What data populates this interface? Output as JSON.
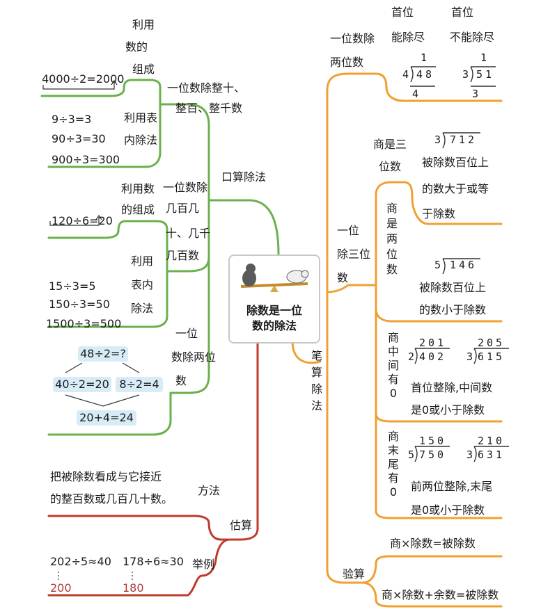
{
  "center": {
    "title_line1": "除数是一位",
    "title_line2": "数的除法",
    "illustration": "dog-sheep-seesaw-icon"
  },
  "colors": {
    "green": "#6ab04c",
    "orange": "#f0a030",
    "red": "#c0392b",
    "box": "#d8ecf7"
  },
  "oral": {
    "label": "口算除法",
    "b1": {
      "label_line1": "一位数除整十、",
      "label_line2": "整百、整千数",
      "sub1": {
        "label": [
          "利用",
          "数的",
          "组成"
        ],
        "example": "4000÷2=2000"
      },
      "sub2": {
        "label": [
          "利用表",
          "内除法"
        ],
        "examples": [
          "9÷3=3",
          "90÷3=30",
          "900÷3=300"
        ]
      }
    },
    "b2": {
      "label": [
        "一位数除",
        "几百几",
        "十、几千",
        "几百数"
      ],
      "sub1": {
        "label": [
          "利用数",
          "的组成"
        ],
        "example": "120÷6=20"
      },
      "sub2": {
        "label": [
          "利用",
          "表内",
          "除法"
        ],
        "examples": [
          "15÷3=5",
          "150÷3=50",
          "1500÷3=500"
        ]
      }
    },
    "b3": {
      "label": [
        "一位",
        "数除两位",
        "数"
      ],
      "top": "48÷2=?",
      "left": "40÷2=20",
      "right": "8÷2=4",
      "bottom": "20+4=24"
    }
  },
  "written": {
    "label": [
      "笔",
      "算",
      "除",
      "法"
    ],
    "two_digit": {
      "label_line1": "一位数除",
      "label_line2": "两位数",
      "col1_title": [
        "首位",
        "能除尽"
      ],
      "col2_title": [
        "首位",
        "不能除尽"
      ],
      "div1": {
        "q": "1",
        "d": "4",
        "n": "48",
        "r": "4"
      },
      "div2": {
        "q": "1",
        "d": "3",
        "n": "51",
        "r": "3"
      }
    },
    "three_digit": {
      "label": [
        "一位",
        "除三位",
        "数"
      ],
      "c1": {
        "label": [
          "商是三",
          "位数"
        ],
        "div": {
          "d": "3",
          "n": "712"
        },
        "text": [
          "被除数百位上",
          "的数大于或等",
          "于除数"
        ]
      },
      "c2": {
        "label": [
          "商",
          "是",
          "两",
          "位",
          "数"
        ],
        "div": {
          "d": "5",
          "n": "146"
        },
        "text": [
          "被除数百位上",
          "的数小于除数"
        ]
      },
      "c3": {
        "label": [
          "商",
          "中",
          "间",
          "有",
          "0"
        ],
        "div1": {
          "q": "201",
          "d": "2",
          "n": "402"
        },
        "div2": {
          "q": "205",
          "d": "3",
          "n": "615"
        },
        "text": [
          "首位整除,中间数",
          "是0或小于除数"
        ]
      },
      "c4": {
        "label": [
          "商",
          "末",
          "尾",
          "有",
          "0"
        ],
        "div1": {
          "q": "150",
          "d": "5",
          "n": "750"
        },
        "div2": {
          "q": "210",
          "d": "3",
          "n": "631"
        },
        "text": [
          "前两位整除,末尾",
          "是0或小于除数"
        ]
      }
    },
    "check": {
      "label": "验算",
      "f1": "商×除数=被除数",
      "f2": "商×除数+余数=被除数"
    }
  },
  "estimate": {
    "label": "估算",
    "method": {
      "label": "方法",
      "text_line1": "把被除数看成与它接近",
      "text_line2": "的整百数或几百几十数。"
    },
    "example": {
      "label": "举例",
      "e1": "202÷5≈40",
      "e1_approx": "200",
      "e2": "178÷6≈30",
      "e2_approx": "180"
    }
  }
}
